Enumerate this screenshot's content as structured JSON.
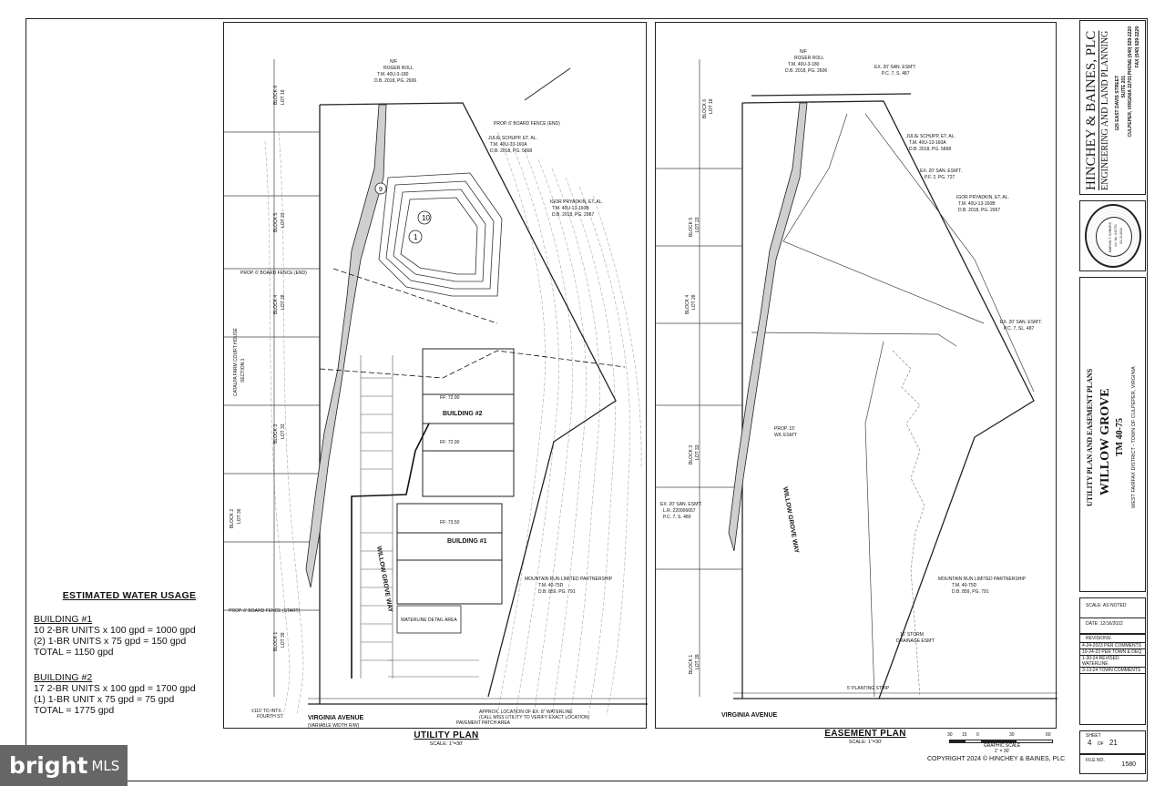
{
  "water_usage": {
    "heading": "ESTIMATED WATER USAGE",
    "building1": {
      "title": "BUILDING #1",
      "line1": "10 2-BR UNITS x 100 gpd = 1000 gpd",
      "line2": "(2) 1-BR UNITS x 75 gpd = 150 gpd",
      "total": "TOTAL = 1150 gpd"
    },
    "building2": {
      "title": "BUILDING #2",
      "line1": "17 2-BR UNITS x 100 gpd = 1700 gpd",
      "line2": "(1) 1-BR UNIT x 75 gpd = 75 gpd",
      "total": "TOTAL = 1775 gpd"
    }
  },
  "utility_plan": {
    "caption": "UTILITY PLAN",
    "scale": "SCALE: 1\"=30'",
    "road": "VIRGINIA AVENUE",
    "road_sub": "(VARIABLE WIDTH R/W)",
    "street": "WILLOW GROVE WAY",
    "building2": "BUILDING #2",
    "building1": "BUILDING #1",
    "ff2a": "FF: 72.90",
    "ff2b": "FF: 72.90",
    "ff1": "FF: 73.50",
    "owner_top": "N/F",
    "owner_top_name": "ROGER ROLL",
    "owner_top_tm": "T.M. 40U-3-180",
    "owner_top_db": "D.B. 2018, PG. 2606",
    "owner_julie": "JULIE SCHUPP, ET. AL.",
    "owner_julie_tm": "T.M. 40U-13-160A",
    "owner_julie_db": "D.B. 2018, PG. 5868",
    "owner_igor": "IGOR PRYADKIN, ET. AL.",
    "owner_igor_tm": "T.M. 40U-13-160B",
    "owner_igor_db": "D.B. 2018, PG. 2967",
    "owner_mtn": "MOUNTAIN RUN LIMITED PARTNERSHIP",
    "owner_mtn_tm": "T.M. 40-75D",
    "owner_mtn_db": "D.B. 859, PG. 791",
    "fence_end": "PROP. 6' BOARD FENCE (END)",
    "fence_start": "PROP. 6' BOARD FENCE (START)",
    "catalpa": "CATALPA FARM COURT HOUSE",
    "section": "SECTION 1",
    "block6": "BLOCK 6",
    "lot18": "LOT 18",
    "block5": "BLOCK 5",
    "lot23": "LOT 23",
    "block4": "BLOCK 4",
    "lot28": "LOT 28",
    "block3": "BLOCK 3",
    "lot33": "LOT 33",
    "block2": "BLOCK 2",
    "lot36": "LOT 36",
    "block1": "BLOCK 1",
    "lot39": "LOT 39",
    "waterline_detail": "WATERLINE DETAIL AREA",
    "pavement": "PAVEMENT PATCH AREA",
    "approx": "APPROX. LOCATION OF EX. 8\" WATERLINE",
    "approx2": "(CALL MISS UTILITY TO VERIFY EXACT LOCATION)",
    "fourth": "FOURTH ST.",
    "inter": "±110' TO INTX."
  },
  "easement_plan": {
    "caption": "EASEMENT PLAN",
    "scale": "SCALE: 1\"=30'",
    "road": "VIRGINIA AVENUE",
    "street": "WILLOW GROVE WAY",
    "san1": "EX. 20' SAN. ESM'T.",
    "san1b": "P.C. 7, S. 487",
    "san2": "EX. 20' SAN. ESM'T.",
    "san2b": "P.F. 2, PG. 727",
    "san3": "EX. 20' SAN. ESM'T.",
    "san3b": "P.C. 7, SL. 487",
    "san4": "EX. 20' SAN. ESM'T.",
    "san4b": "L.R. 220006657",
    "san4c": "P.C. 7, S. 480",
    "wl": "PROP. 15'",
    "wl2": "W/L ESM'T",
    "storm": "15' STORM",
    "storm2": "DRAINAGE ESM'T",
    "planting": "5' PLANTING STRIP",
    "graphic_scale": "GRAPHIC SCALE",
    "graphic_unit": "1\" = 30'",
    "scale_ticks": [
      "30",
      "15",
      "0",
      "30",
      "60"
    ]
  },
  "title_block": {
    "firm": "HINCHEY & BAINES, PLC",
    "firm2": "ENGINEERING AND LAND PLANNING",
    "addr1": "125 EAST DAVIS STREET",
    "addr2": "SUITE 201",
    "addr3": "CULPEPER, VIRGINIA 22701",
    "phone": "PHONE (540) 829-2220",
    "fax": "FAX (540) 829-2229",
    "seal_name": "MARVIN T. GYBORS",
    "seal_lic": "Lic. No. 042751",
    "seal_date": "03-12-2024",
    "plan_title": "UTILITY PLAN AND EASEMENT PLANS",
    "project": "WILLOW GROVE",
    "tm": "TM 40-75",
    "district": "WEST FAIRFAX DISTRICT - TOWN OF CULPEPER, VIRGINIA",
    "scale": "SCALE: AS NOTED",
    "date": "DATE: 12/16/2022",
    "revisions_label": "REVISIONS:",
    "revisions": [
      "4-24-2023 PER COMMENTS",
      "10-24-23 PER TOWN & DEQ",
      "1-30-24 REVISED WATERLINE",
      "3-13-24 TOWN COMMENTS"
    ],
    "sheet_label": "SHEET",
    "sheet_no": "4",
    "sheet_of": "OF",
    "sheet_total": "21",
    "file_label": "FILE NO.",
    "file_no": "1580"
  },
  "copyright": "COPYRIGHT 2024 © HINCHEY & BAINES, PLC",
  "watermark": {
    "brand": "bright",
    "suffix": "MLS"
  }
}
